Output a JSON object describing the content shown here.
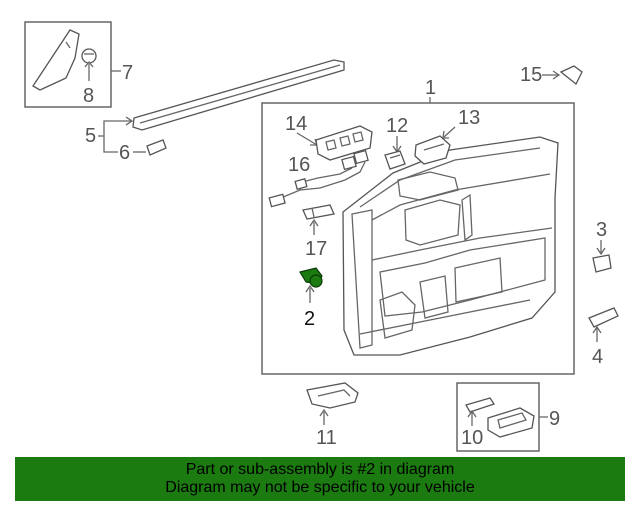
{
  "callouts": {
    "c1": "1",
    "c2": "2",
    "c3": "3",
    "c4": "4",
    "c5": "5",
    "c6": "6",
    "c7": "7",
    "c8": "8",
    "c9": "9",
    "c10": "10",
    "c11": "11",
    "c12": "12",
    "c13": "13",
    "c14": "14",
    "c15": "15",
    "c16": "16",
    "c17": "17"
  },
  "highlight": {
    "part": "2",
    "color": "#1b7a10"
  },
  "banner": {
    "line1": "Part or sub-assembly is #2 in diagram",
    "line2": "Diagram may not be specific to your vehicle",
    "color": "#1b7a10"
  }
}
